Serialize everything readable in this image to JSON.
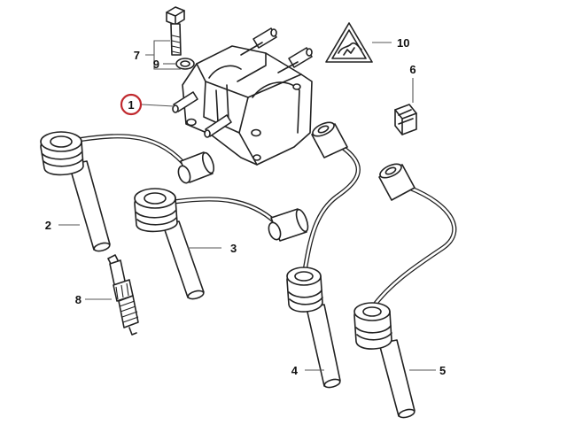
{
  "colors": {
    "line": "#222222",
    "background": "#ffffff",
    "highlight": "#c0282d"
  },
  "selected_part": "1",
  "callouts": {
    "p1": "1",
    "p2": "2",
    "p3": "3",
    "p4": "4",
    "p5": "5",
    "p6": "6",
    "p7": "7",
    "p8": "8",
    "p9": "9",
    "p10": "10"
  },
  "icons": {
    "warning": "high-voltage-warning-icon"
  }
}
